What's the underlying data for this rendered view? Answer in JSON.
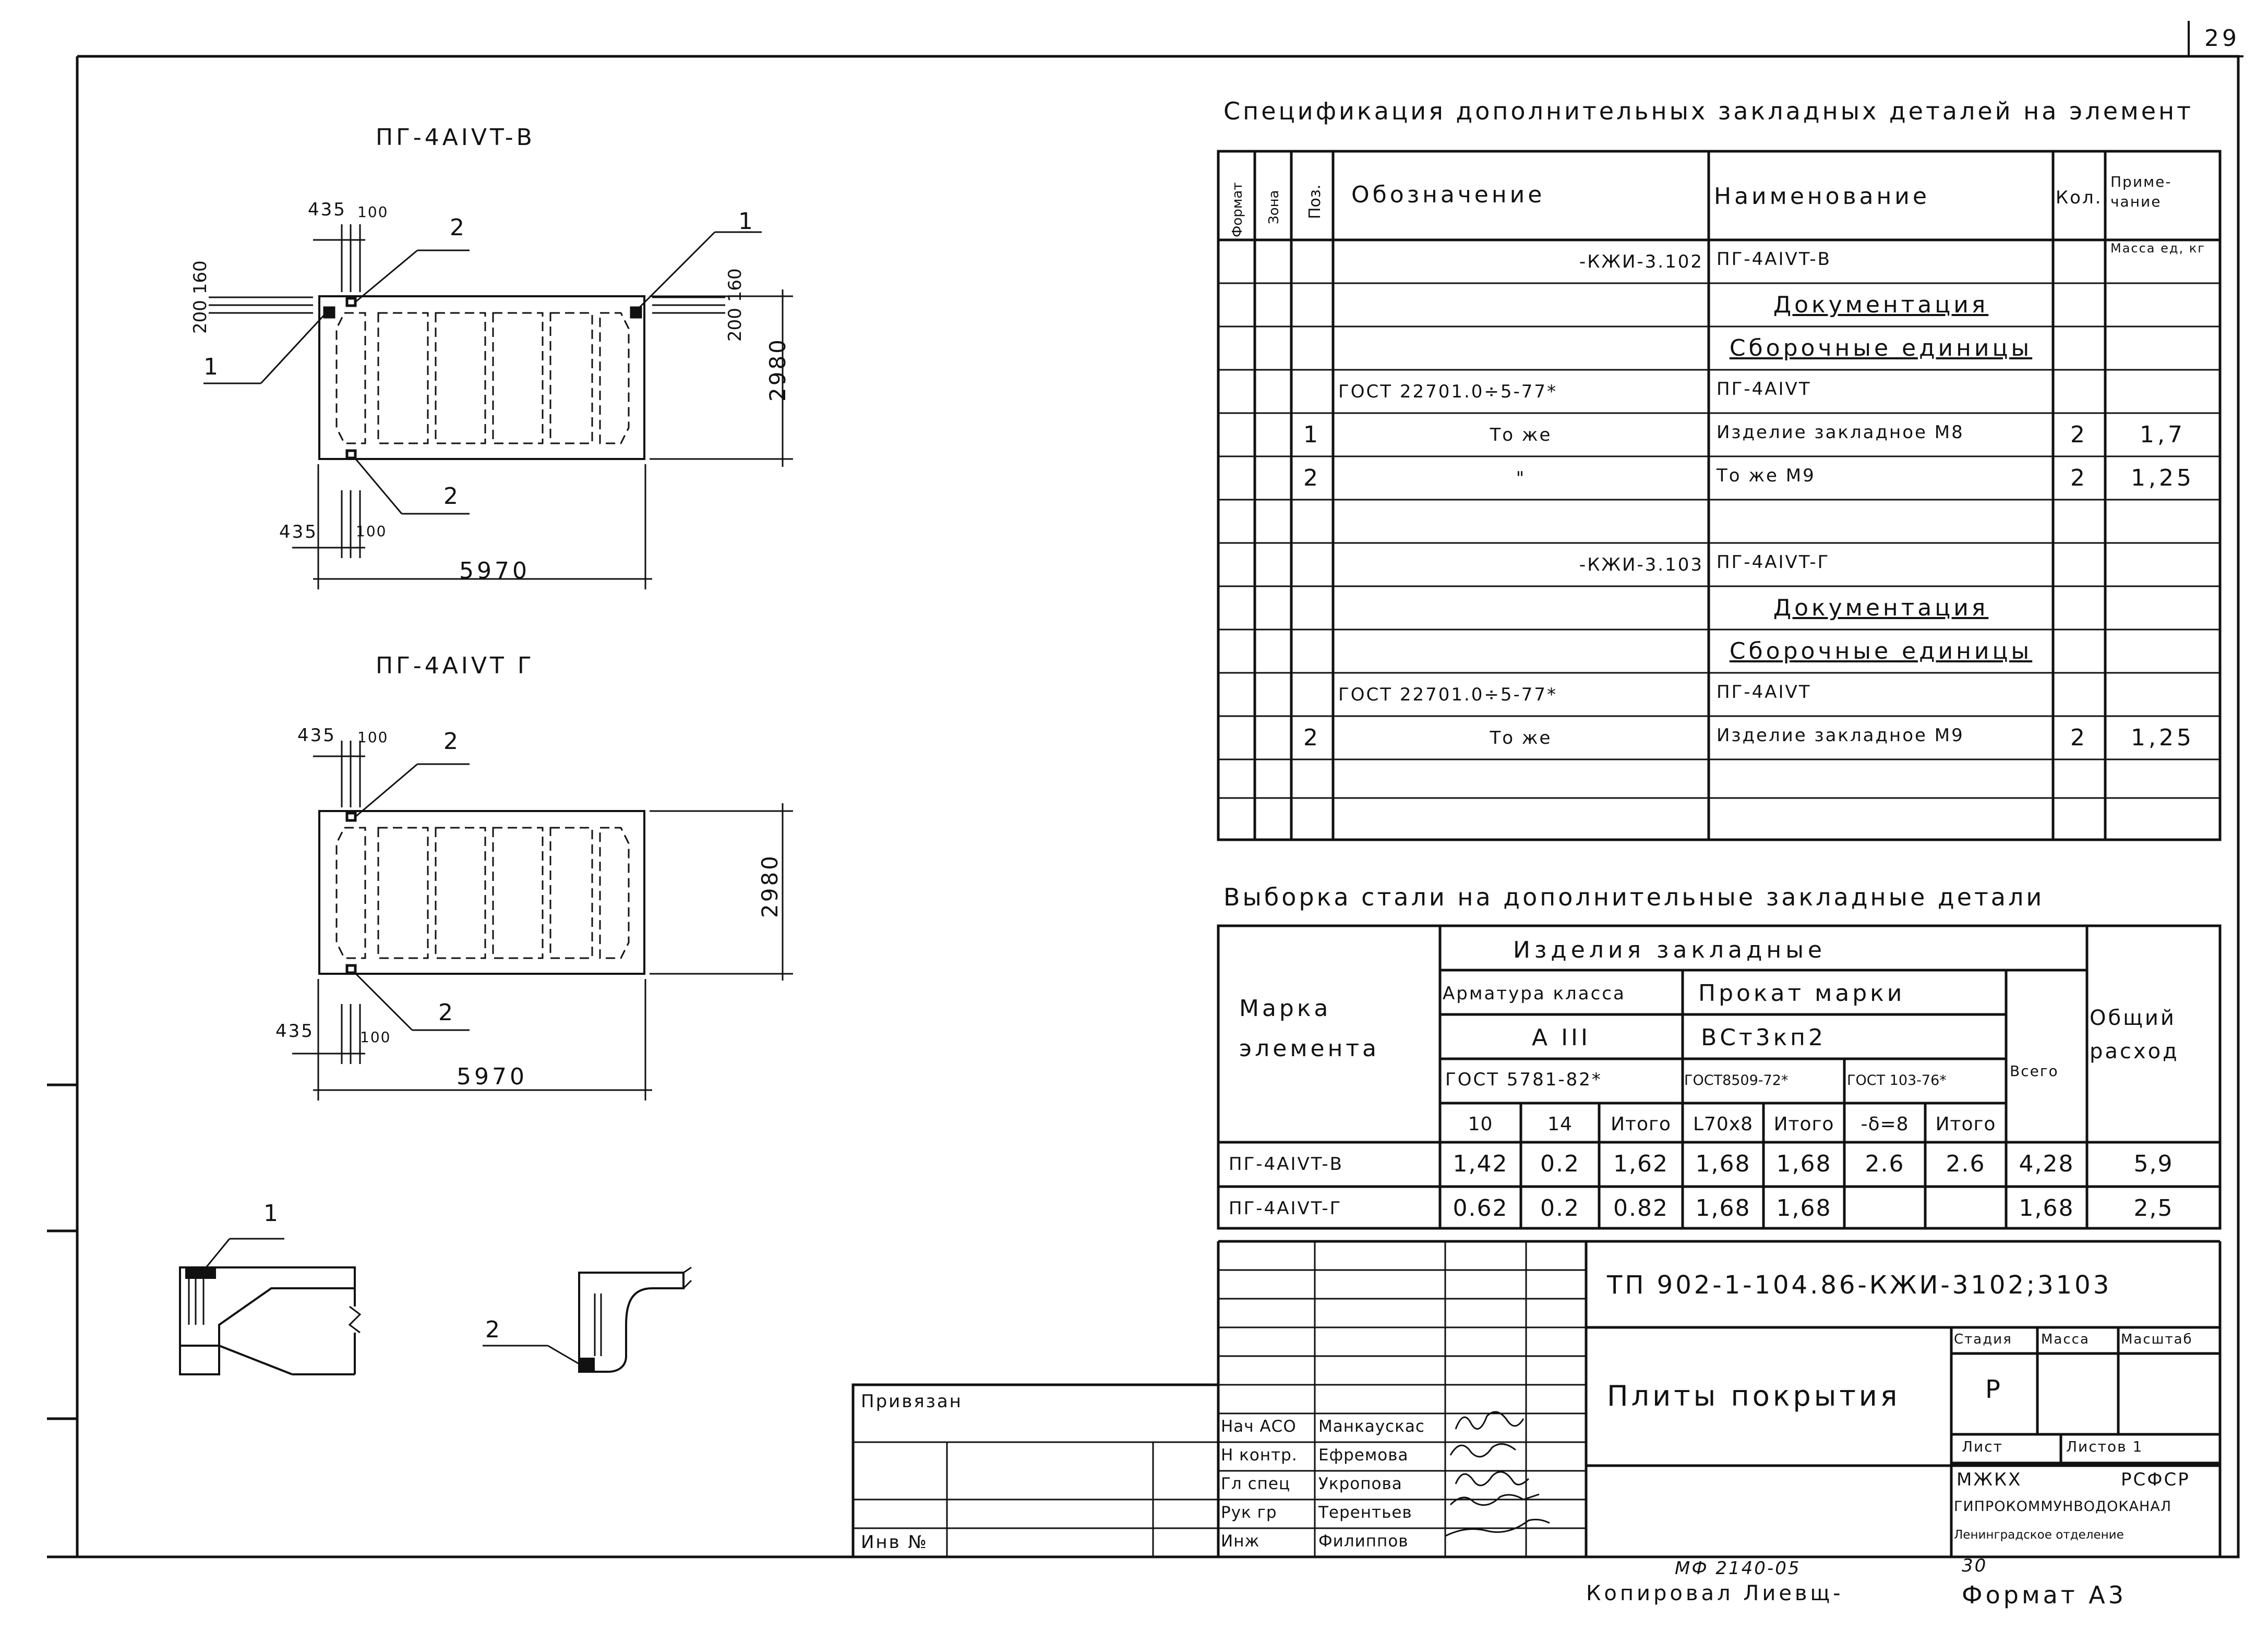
{
  "sheet": {
    "page_number": "29",
    "bottom_code": "МФ 2140-05",
    "bottom_num": "30",
    "copied_by": "Копировал Лиевщ-",
    "format": "Формат А3"
  },
  "drawings": {
    "top_title": "ПГ-4АIVT-В",
    "bottom_title": "ПГ-4АIVT Г",
    "dim_435": "435",
    "dim_100": "100",
    "dim_160": "160",
    "dim_200": "200",
    "dim_2980": "2980",
    "dim_5970": "5970",
    "callout_1": "1",
    "callout_2": "2"
  },
  "spec": {
    "title": "Спецификация дополнительных закладных деталей на элемент",
    "headers": {
      "format": "Формат",
      "zone": "Зона",
      "pos": "Поз.",
      "designation": "Обозначение",
      "name": "Наименование",
      "qty": "Кол.",
      "note": "Приме-чание"
    },
    "mass_note": "Масса ед, кг",
    "rows": [
      {
        "pos": "",
        "designation": "-КЖИ-3.102",
        "name": "ПГ-4АIVT-В",
        "qty": "",
        "note": ""
      },
      {
        "pos": "",
        "designation": "",
        "name": "Документация",
        "qty": "",
        "note": ""
      },
      {
        "pos": "",
        "designation": "",
        "name": "Сборочные единицы",
        "qty": "",
        "note": ""
      },
      {
        "pos": "",
        "designation": "ГОСТ 22701.0÷5-77*",
        "name": "ПГ-4АIVT",
        "qty": "",
        "note": ""
      },
      {
        "pos": "1",
        "designation": "То же",
        "name": "Изделие закладное   М8",
        "qty": "2",
        "note": "1,7"
      },
      {
        "pos": "2",
        "designation": "\"",
        "name": "То же       М9",
        "qty": "2",
        "note": "1,25"
      },
      {
        "pos": "",
        "designation": "",
        "name": "",
        "qty": "",
        "note": ""
      },
      {
        "pos": "",
        "designation": "-КЖИ-3.103",
        "name": "ПГ-4АIVT-Г",
        "qty": "",
        "note": ""
      },
      {
        "pos": "",
        "designation": "",
        "name": "Документация",
        "qty": "",
        "note": ""
      },
      {
        "pos": "",
        "designation": "",
        "name": "Сборочные единицы",
        "qty": "",
        "note": ""
      },
      {
        "pos": "",
        "designation": "ГОСТ 22701.0÷5-77*",
        "name": "ПГ-4АIVT",
        "qty": "",
        "note": ""
      },
      {
        "pos": "2",
        "designation": "То же",
        "name": "Изделие закладное  М9",
        "qty": "2",
        "note": "1,25"
      },
      {
        "pos": "",
        "designation": "",
        "name": "",
        "qty": "",
        "note": ""
      },
      {
        "pos": "",
        "designation": "",
        "name": "",
        "qty": "",
        "note": ""
      }
    ]
  },
  "steel": {
    "title": "Выборка стали на дополнительные закладные детали",
    "h_mark": "Марка элемента",
    "h_items": "Изделия   закладные",
    "h_rebar": "Арматура класса",
    "h_rebar_class": "А III",
    "h_rebar_gost": "ГОСТ 5781-82*",
    "h_rolled": "Прокат  марки",
    "h_rolled_grade": "ВСт3кп2",
    "h_gost1": "ГОСТ8509-72*",
    "h_gost2": "ГОСТ 103-76*",
    "h_total": "Всего",
    "h_overall": "Общий расход",
    "sub": [
      "10",
      "14",
      "Итого",
      "L70x8",
      "Итого",
      "-δ=8",
      "Итого"
    ],
    "rows": [
      {
        "mark": "ПГ-4АIVT-В",
        "v": [
          "1,42",
          "0.2",
          "1,62",
          "1,68",
          "1,68",
          "2.6",
          "2.6"
        ],
        "total": "4,28",
        "overall": "5,9"
      },
      {
        "mark": "ПГ-4АIVT-Г",
        "v": [
          "0.62",
          "0.2",
          "0.82",
          "1,68",
          "1,68",
          "",
          ""
        ],
        "total": "1,68",
        "overall": "2,5"
      }
    ]
  },
  "stamp": {
    "code": "ТП 902-1-104.86-КЖИ-3102;3103",
    "name": "Плиты покрытия",
    "stage_h": "Стадия",
    "mass_h": "Масса",
    "scale_h": "Масштаб",
    "stage": "Р",
    "sheet_label": "Лист",
    "sheets_label": "Листов 1",
    "org1": "МЖКХ",
    "org1b": "РСФСР",
    "org2": "ГИПРОКОММУНВОДОКАНАЛ",
    "org3": "Ленинградское отделение",
    "bound": "Привязан",
    "inv": "Инв №",
    "roles": [
      {
        "role": "Нач АСО",
        "person": "Манкаускас"
      },
      {
        "role": "Н контр.",
        "person": "Ефремова"
      },
      {
        "role": "Гл спец",
        "person": "Укропова"
      },
      {
        "role": "Рук гр",
        "person": "Терентьев"
      },
      {
        "role": "Инж",
        "person": "Филиппов"
      }
    ]
  }
}
